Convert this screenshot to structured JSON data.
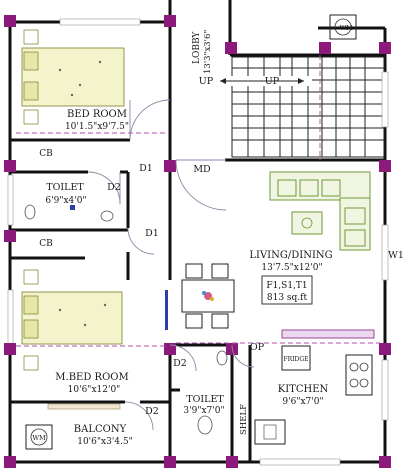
{
  "rooms": {
    "bed_room": {
      "name": "BED ROOM",
      "size": "10'1.5\"x9'7.5\""
    },
    "cb_top": {
      "name": "CB"
    },
    "toilet_1": {
      "name": "TOILET",
      "size": "6'9\"x4'0\""
    },
    "cb_bottom": {
      "name": "CB"
    },
    "master_bed_room": {
      "name": "M.BED ROOM",
      "size": "10'6\"x12'0\""
    },
    "balcony": {
      "name": "BALCONY",
      "size": "10'6\"x3'4.5\""
    },
    "lobby": {
      "name": "LOBBY",
      "size": "13'3\"x3'6\""
    },
    "living_dining": {
      "name": "LIVING/DINING",
      "size": "13'7.5\"x12'0\""
    },
    "toilet_2": {
      "name": "TOILET",
      "size": "3'9\"x7'0\""
    },
    "kitchen": {
      "name": "KITCHEN",
      "size": "9'6\"x7'0\""
    },
    "shelf": {
      "name": "SHELF"
    }
  },
  "unit_info": {
    "code": "F1,S1,T1",
    "area": "813 sq.ft"
  },
  "labels": {
    "md": "MD",
    "d1_top": "D1",
    "d1_mid": "D1",
    "d2_toilet": "D2",
    "d2_mbed": "D2",
    "d2_balcony": "D2",
    "w1": "W1",
    "op": "OP",
    "fridge": "FRIDGE",
    "wm_top": "WM",
    "wm_bottom": "WM",
    "up_left": "UP",
    "up_right": "UP"
  },
  "colors": {
    "wall": "#111111",
    "column": "#8c1a7a",
    "dashed_line": "#b04fb0",
    "furniture": "#6e9a3a"
  }
}
